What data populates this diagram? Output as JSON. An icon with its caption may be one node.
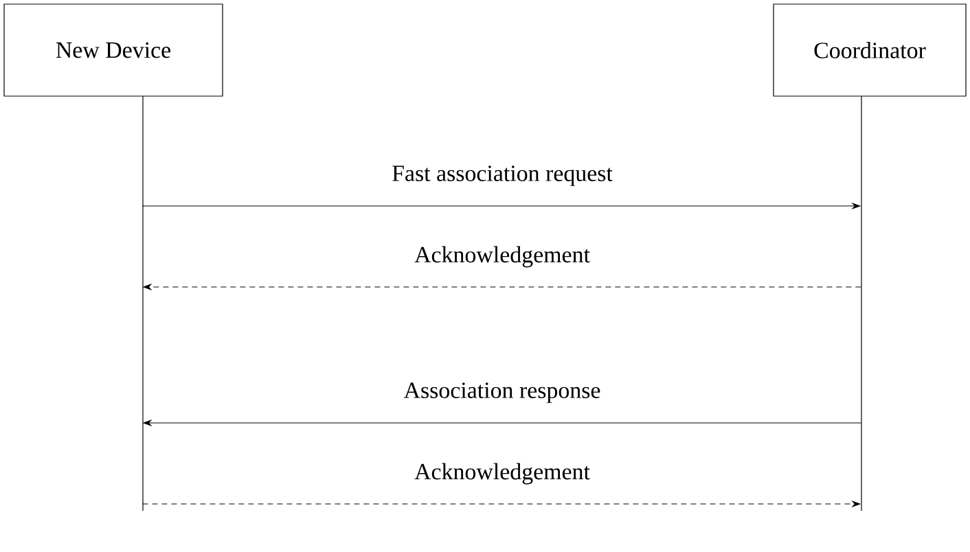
{
  "diagram": {
    "nodes": [
      {
        "text": [
          "New Device"
        ]
      },
      {
        "text": [
          "Coordinator"
        ]
      }
    ],
    "edges": [
      {
        "from": 0,
        "to": 1,
        "arrow": "to",
        "label": "Fast association request"
      },
      {
        "from": 1,
        "to": 0,
        "arrow": "to",
        "label": "Acknowledgement",
        "style": "dashed"
      },
      {
        "from": 1,
        "to": 0,
        "arrow": "to",
        "label": "Association response"
      },
      {
        "from": 0,
        "to": 1,
        "arrow": "to",
        "label": "Acknowledgement",
        "style": "dashed"
      }
    ]
  }
}
